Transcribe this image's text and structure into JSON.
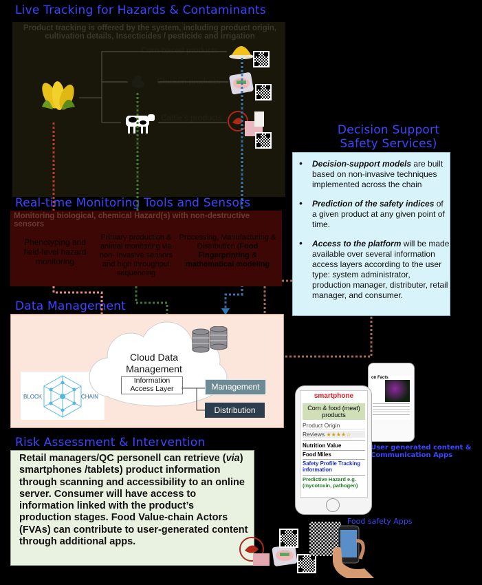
{
  "titles": {
    "live": "Live Tracking for Hazards & Contaminants",
    "monitoring": "Real-time Monitoring Tools and Sensors",
    "data": "Data Management",
    "risk": "Risk Assessment & Intervention",
    "dss_line1": "Decision Support",
    "dss_line2": "Safety Services)"
  },
  "live": {
    "description": "Product tracking is offered by the system, including product origin, cultivation details, Insecticides / pesticide and irrigation",
    "products": {
      "corn": "Corn-based products",
      "chicken": "Chicken products",
      "cattle": "Cattle's products"
    }
  },
  "monitoring": {
    "subtitle": "Monitoring biological, chemical Hazard(s) with non-destructive sensors",
    "col1": "Phenotyping and field-level hazard monitoring",
    "col2": "Primary production & animal monitoring via non- invasive sensors and high throughput sequencing",
    "col3a": "Processing, Manufacturing & Distribution (",
    "col3b": "Food Fingerprinting &",
    "col3c": "mathematical modeling"
  },
  "data": {
    "cloud": "Cloud Data Management",
    "access_layer": "Information Access Layer",
    "management": "Management",
    "distribution": "Distribution",
    "block": "BLOCK",
    "chain": "CHAIN"
  },
  "dss": {
    "item1_bold": "Decision-support models",
    "item1_rest": " are built based on non-invasive techniques implemented across the chain",
    "item2_bold": "Prediction of the safety indices",
    "item2_rest": " of a given product at any given point of time.",
    "item3_bold": "Access to the platform",
    "item3_rest": " will be made available over several information access layers according to the user type: system administrator, production manager, distributer, retail manager, and consumer."
  },
  "risk": {
    "t1": "Retail managers/QC personell can retrieve (",
    "t1_it": "via",
    "t2": " smartphones /tablets)  product information through scanning and accessibility to an online server. Consumer will have access to information linked with the product’s production stages. Food Value-chain Actors (FVAs) can contribute to user-generated content through additional apps."
  },
  "phone": {
    "header": "smartphone",
    "product": "Corn &  food (meat) products",
    "origin": "Product Origin",
    "reviews": "Reviews",
    "stars": "★★★★☆",
    "nutrition": "Nutrition Value",
    "miles": "Food Miles",
    "safety": "Safety Profile Tracking information",
    "hazard": "Predictive Hazard e.g. (mycotoxin, pathogen)"
  },
  "labels": {
    "user_content": "User generated content & Communication Apps",
    "food_apps": "Food safety Apps",
    "tablet_facts": "on Facts"
  },
  "colors": {
    "title_blue": "#3b46ff",
    "red_arrow": "#c0392b",
    "green_arrow": "#3f7a2a",
    "blue_arrow": "#2f78b8",
    "brown_arrow": "#a86a4a",
    "pink_arrow": "#f08a80"
  }
}
